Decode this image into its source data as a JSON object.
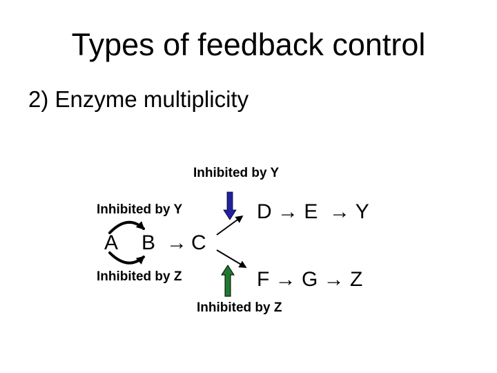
{
  "slide": {
    "title": "Types of feedback control",
    "subtitle": "2) Enzyme multiplicity"
  },
  "diagram": {
    "labels": {
      "top_inhibitor": "Inhibited by Y",
      "cycle_top_inhibitor": "Inhibited by Y",
      "cycle_bottom_inhibitor": "Inhibited by Z",
      "bottom_inhibitor": "Inhibited by Z"
    },
    "nodes": {
      "a": "A",
      "b": "B",
      "arrow_b_to_c": "→",
      "c": "C",
      "top_branch": "D → E  → Y",
      "bottom_branch": "F → G → Z"
    },
    "colors": {
      "inhibit_y_block_arrow": "#22229a",
      "inhibit_z_block_arrow": "#1f7a2e",
      "line_color": "#000000"
    }
  }
}
